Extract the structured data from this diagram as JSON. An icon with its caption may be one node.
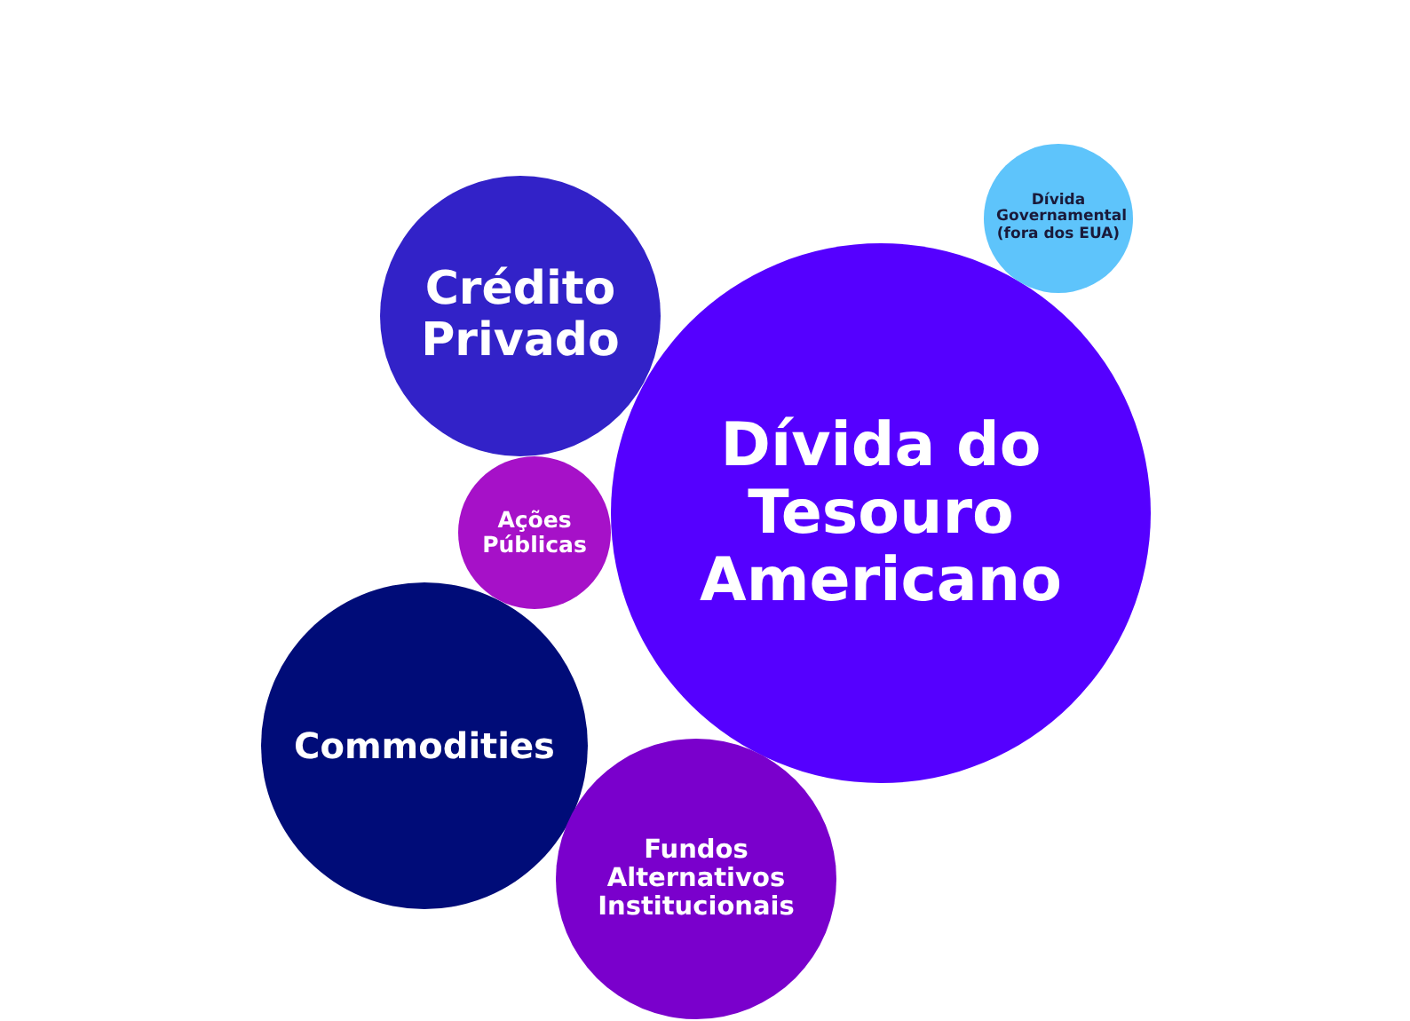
{
  "diagram": {
    "nodes": [
      {
        "text": [
          "Dívida Governamental (fora dos EUA)"
        ]
      },
      {
        "text": [
          "Crédito Privado"
        ]
      },
      {
        "text": [
          "Dívida do Tesouro Americano"
        ]
      },
      {
        "text": [
          "Ações Públicas"
        ]
      },
      {
        "text": [
          "Commodities"
        ]
      },
      {
        "text": [
          "Fundos Alternativos Institucionais"
        ]
      }
    ]
  }
}
